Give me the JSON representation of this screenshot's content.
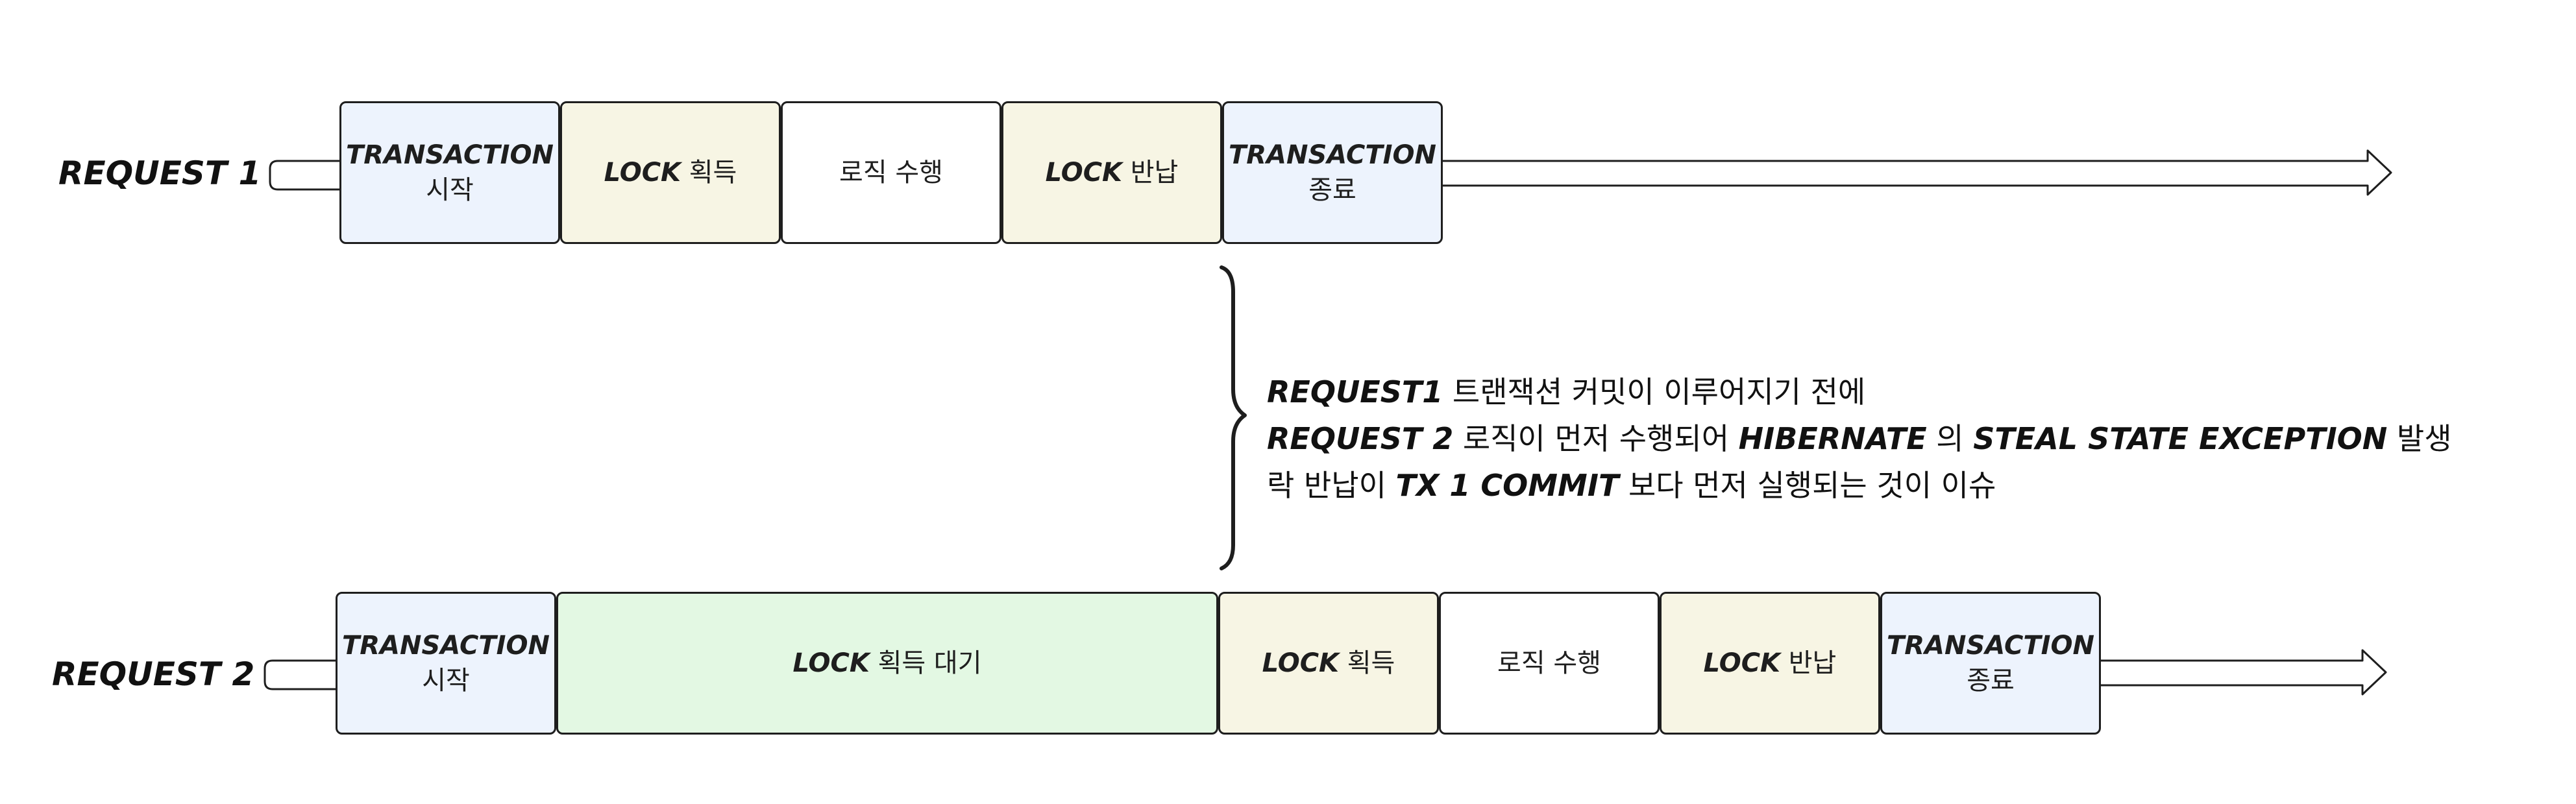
{
  "lanes": {
    "request1": {
      "label": "REQUEST 1",
      "steps": [
        {
          "strong": "TRANSACTION",
          "text": "시작"
        },
        {
          "strong": "LOCK",
          "text": " 획득"
        },
        {
          "strong": "",
          "text": "로직 수행"
        },
        {
          "strong": "LOCK",
          "text": " 반납"
        },
        {
          "strong": "TRANSACTION",
          "text": "종료"
        }
      ]
    },
    "request2": {
      "label": "REQUEST 2",
      "steps": [
        {
          "strong": "TRANSACTION",
          "text": "시작"
        },
        {
          "strong": "LOCK",
          "text": " 획득 대기"
        },
        {
          "strong": "LOCK",
          "text": " 획득"
        },
        {
          "strong": "",
          "text": "로직 수행"
        },
        {
          "strong": "LOCK",
          "text": " 반납"
        },
        {
          "strong": "TRANSACTION",
          "text": "종료"
        }
      ]
    }
  },
  "note": {
    "line1": {
      "s1": "REQUEST1",
      "t1": " 트랜잭션 커밋이 이루어지기 전에"
    },
    "line2": {
      "s1": "REQUEST 2",
      "t1": " 로직이 먼저 수행되어 ",
      "s2": "HIBERNATE",
      "t2": " 의 ",
      "s3": "STEAL STATE EXCEPTION",
      "t3": " 발생"
    },
    "line3": {
      "t0": "락 반납이 ",
      "s1": "TX 1 COMMIT",
      "t1": " 보다 먼저 실행되는 것이 이슈"
    }
  },
  "colors": {
    "transaction": "#edf3fd",
    "lock": "#f7f5e4",
    "logic": "#ffffff",
    "wait": "#e3f8e3",
    "stroke": "#1e1e1e"
  }
}
